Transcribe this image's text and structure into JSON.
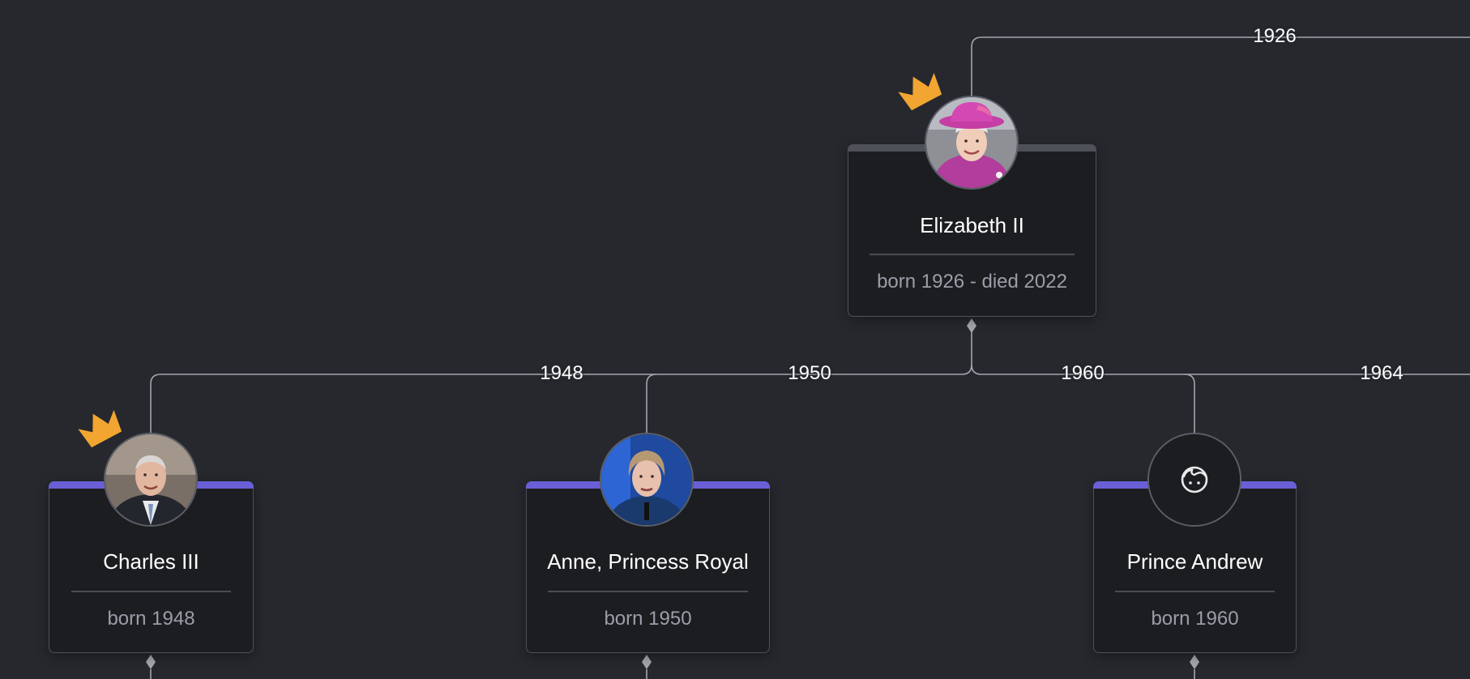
{
  "colors": {
    "background": "#26282d",
    "card": "#1c1d21",
    "edge": "#a3a6ad",
    "accent_child": "#6a5fd6",
    "accent_root": "#4e5158",
    "crown": "#f2a531"
  },
  "edge_labels": [
    "1926",
    "1948",
    "1950",
    "1960",
    "1964"
  ],
  "people": [
    {
      "name": "Elizabeth II",
      "dates": "born 1926 - died 2022",
      "crowned": true,
      "photo": "photo-elizabeth",
      "icon": "elizabeth-avatar-icon"
    },
    {
      "name": "Charles III",
      "dates": "born 1948",
      "crowned": true,
      "photo": "photo-charles",
      "icon": "charles-avatar-icon"
    },
    {
      "name": "Anne, Princess Royal",
      "dates": "born 1950",
      "crowned": false,
      "photo": "photo-anne",
      "icon": "anne-avatar-icon"
    },
    {
      "name": "Prince Andrew",
      "dates": "born 1960",
      "crowned": false,
      "photo": "none",
      "icon": "face-placeholder-icon"
    }
  ]
}
